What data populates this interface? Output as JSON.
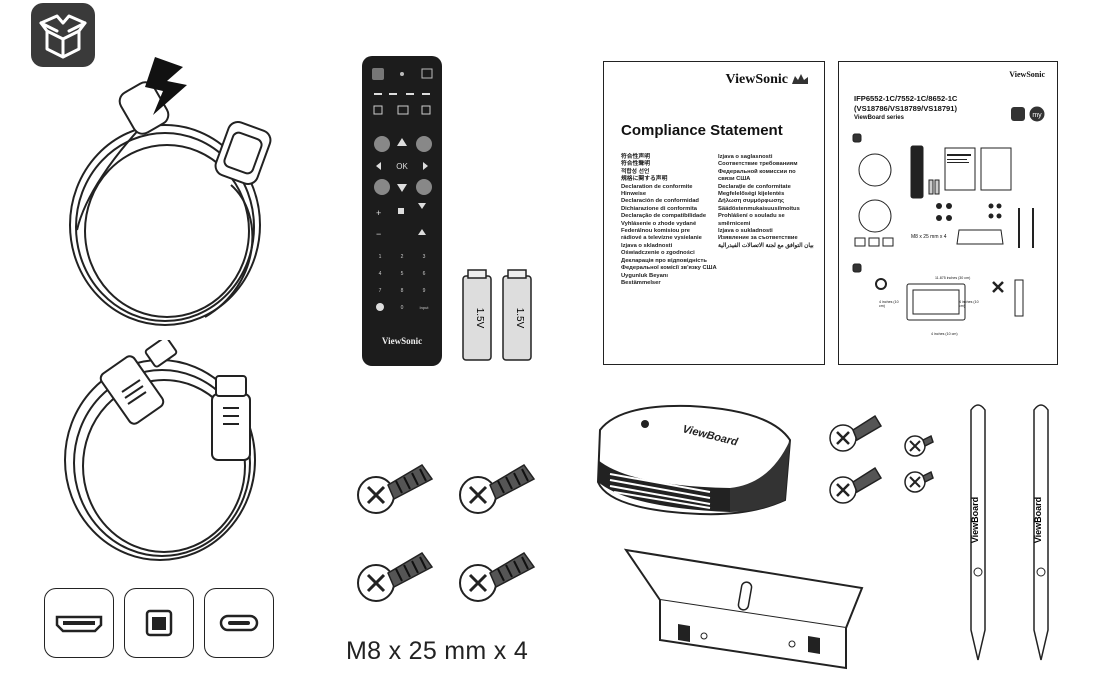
{
  "icons": {
    "package": "package-box-icon",
    "ports": [
      "hdmi-port-icon",
      "usb-b-port-icon",
      "usb-c-port-icon"
    ]
  },
  "remote": {
    "brand": "ViewSonic",
    "ok_label": "OK",
    "input_label": "Input",
    "numbers": [
      "1",
      "2",
      "3",
      "4",
      "5",
      "6",
      "7",
      "8",
      "9",
      "0"
    ]
  },
  "batteries": {
    "voltage_left": "1.5V",
    "voltage_right": "1.5V"
  },
  "compliance_doc": {
    "brand": "ViewSonic",
    "title": "Compliance Statement",
    "col_left": [
      "符合性声明",
      "符合性聲明",
      "적합성 선언",
      "規格に関する声明",
      "Declaration de conformite",
      "Hinweise",
      "Declaración de conformidad",
      "Dichiarazione di conformita",
      "Declaração de compatibilidade",
      "Vyhlásenie o zhode vydané",
      "Federálnou komisiou pre",
      "rádiové a televízne vysielanie",
      "Izjava o skladnosti",
      "Oświadczenie o zgodności",
      "Декларація про відповідність",
      "Федеральної комісії зв'язку США",
      "Uygunluk Beyanı",
      "Bestämmelser"
    ],
    "col_right": [
      "Izjava o saglasnosti",
      "Соответствие требованиям",
      "Федеральной комиссии по",
      "связи США",
      "Declarație de conformitate",
      "Megfelelőségi kijelentés",
      "Δήλωση συμμόρφωσης",
      "Säädöstenmukaisuusilmoitus",
      "Prohlášení o souladu se",
      "směrnicemi",
      "Izjava o sukladnosti",
      "Изявление за съответствие",
      "بيان التوافق مع لجنة الاتصالات الفيدرالية"
    ]
  },
  "quick_start_doc": {
    "brand": "ViewSonic",
    "model_line1": "IFP6552-1C/7552-1C/8652-1C",
    "model_line2": "(VS18786/VS18789/VS18791)",
    "series": "ViewBoard series",
    "screw_caption": "M8 x 25 mm x 4",
    "dim_top": "11.875 inches (30 cm)",
    "dim_left": "4 inches (10 cm)",
    "dim_right": "4 inches (10 cm)",
    "dim_bottom": "4 inches (10 cm)",
    "logo_my": "my"
  },
  "screws_caption": "M8 x 25 mm x 4",
  "hub": {
    "brand": "ViewBoard"
  },
  "pens": {
    "label_left": "ViewBoard",
    "label_right": "ViewBoard"
  }
}
